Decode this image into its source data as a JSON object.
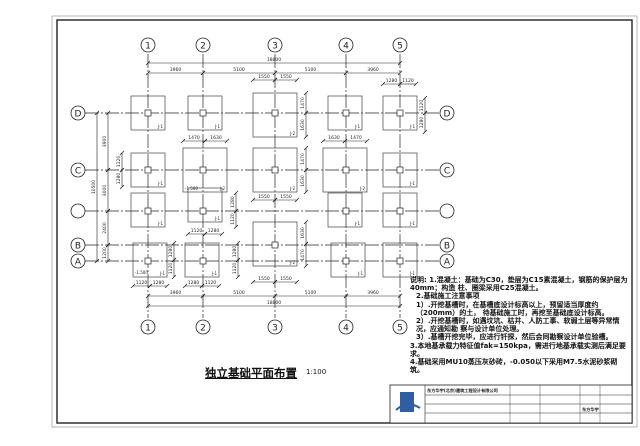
{
  "drawing": {
    "title": "独立基础平面布置",
    "scale": "1:100",
    "axes_columns": [
      "1",
      "2",
      "3",
      "4",
      "5"
    ],
    "axes_rows": [
      "D",
      "C",
      "",
      "B",
      "A"
    ],
    "overall_width": "18800",
    "column_spacings": [
      "3960",
      "5100",
      "5100",
      "3960"
    ],
    "left_overall": "10500",
    "row_spacings": [
      "3900",
      "3000",
      "2400",
      "1200"
    ],
    "footing_labels": {
      "j1": "J-1",
      "j2": "J-2"
    },
    "footing_dims": {
      "a": [
        "1550",
        "1550"
      ],
      "b": [
        "1280",
        "1120"
      ],
      "c": [
        "1470",
        "1630"
      ],
      "d": [
        "1630",
        "1470"
      ],
      "e": [
        "1120",
        "1280"
      ],
      "f": [
        "1280",
        "1120"
      ]
    },
    "elevation_note": "-1.500"
  },
  "notes": {
    "heading": "说明:",
    "lines": [
      "1.混凝土：基础为C30，垫层为C15素混凝土，钢筋的保护层为40mm；构造",
      "   柱、圈梁采用C25混凝土。",
      "2.基础施工注意事项",
      "  1）.开挖基槽时，在基槽底设计标高以上，预留适当厚度约（200mm）的土，",
      "     待基础施工时，再挖至基础底设计标高。",
      "  2）.开挖基槽时，如遇坟坑、枯井、人防工事、软弱土层等异常情况，应通知勘",
      "     察与设计单位处理。",
      "  3）.基槽开挖完毕，应进行钎探，然后会同勘察设计单位验槽。",
      "3.本地基承载力特征值fak=150kpa，需进行地基承载实测后满足要求。",
      "4.基础采用MU10蒸压灰砂砖，-0.050以下采用M7.5水泥砂浆砌筑。"
    ]
  },
  "title_block": {
    "company": "东方华宇(北京)建筑工程设计有限公司",
    "stamp": "东方华宇"
  }
}
